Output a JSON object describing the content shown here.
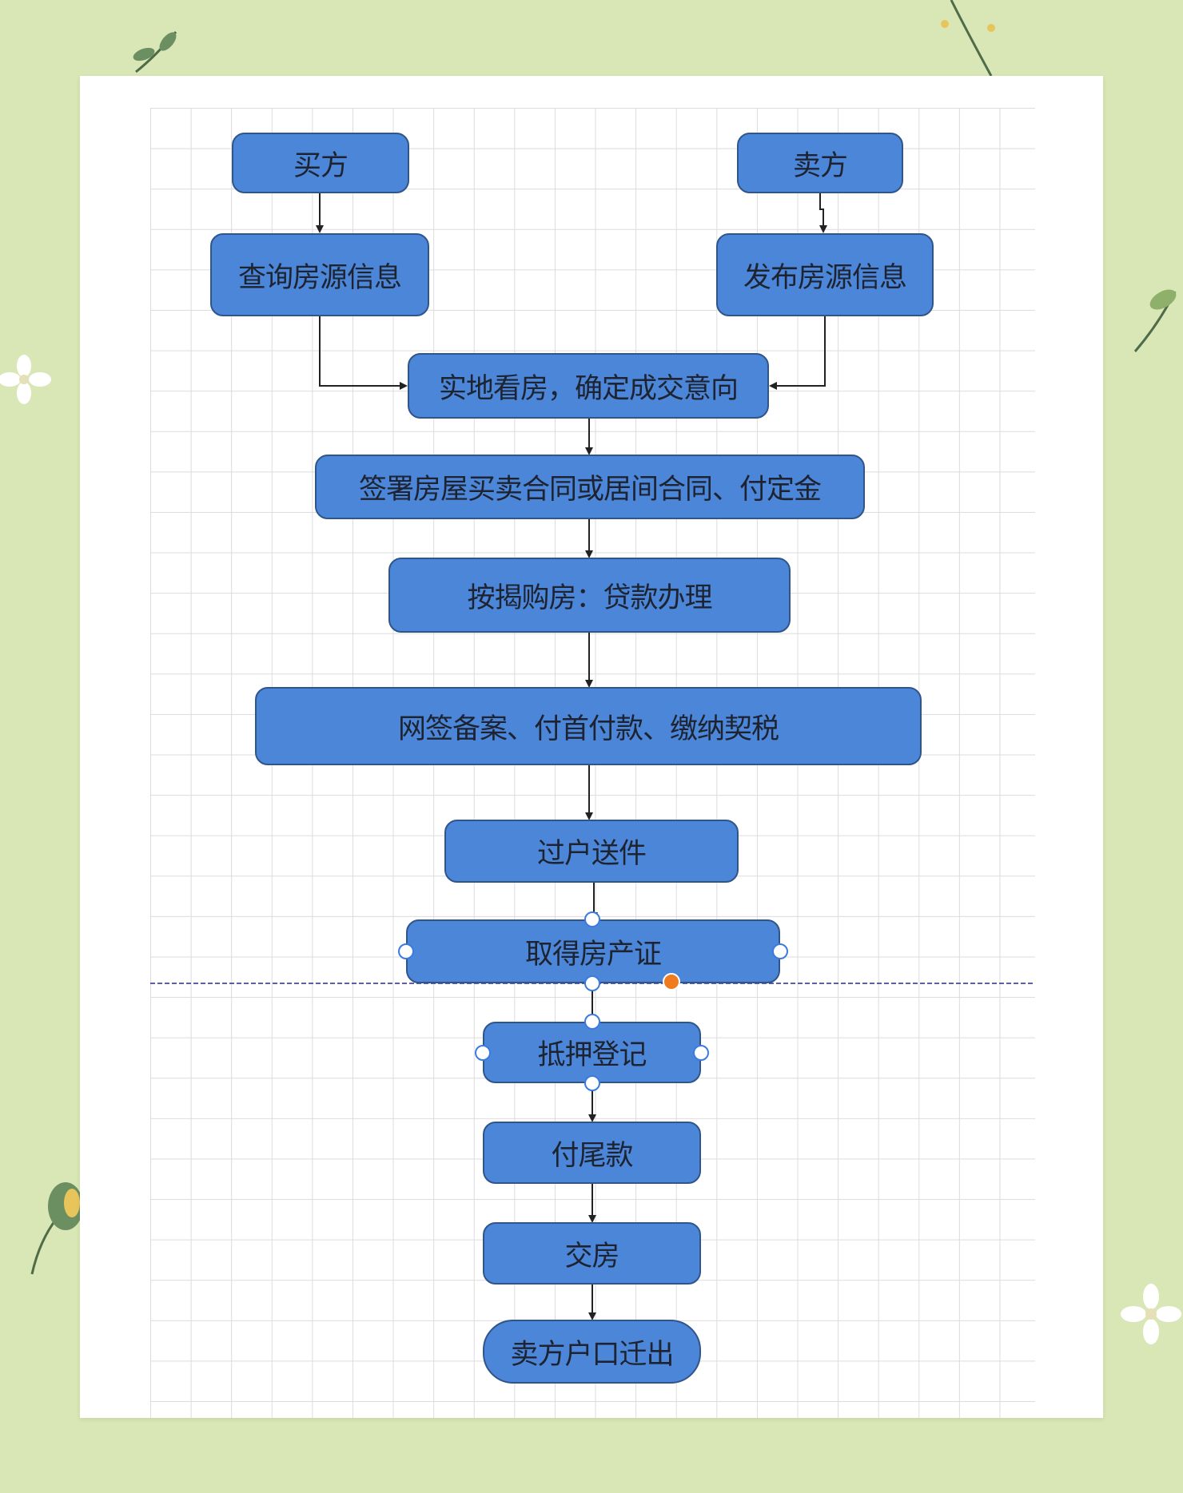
{
  "flowchart": {
    "buyer": "买方",
    "seller": "卖方",
    "query_listing": "查询房源信息",
    "publish_listing": "发布房源信息",
    "view_house": "实地看房，确定成交意向",
    "sign_contract": "签署房屋买卖合同或居间合同、付定金",
    "mortgage": "按揭购房：贷款办理",
    "net_sign": "网签备案、付首付款、缴纳契税",
    "transfer_docs": "过户送件",
    "get_cert": "取得房产证",
    "mortgage_reg": "抵押登记",
    "final_payment": "付尾款",
    "handover": "交房",
    "seller_hukou": "卖方户口迁出"
  },
  "colors": {
    "node_fill": "#4c86d8",
    "node_border": "#2f5589",
    "background": "#d9e6b5",
    "selection_dashed_line": "#2a2a8a",
    "handle_orange": "#f07a1e"
  }
}
